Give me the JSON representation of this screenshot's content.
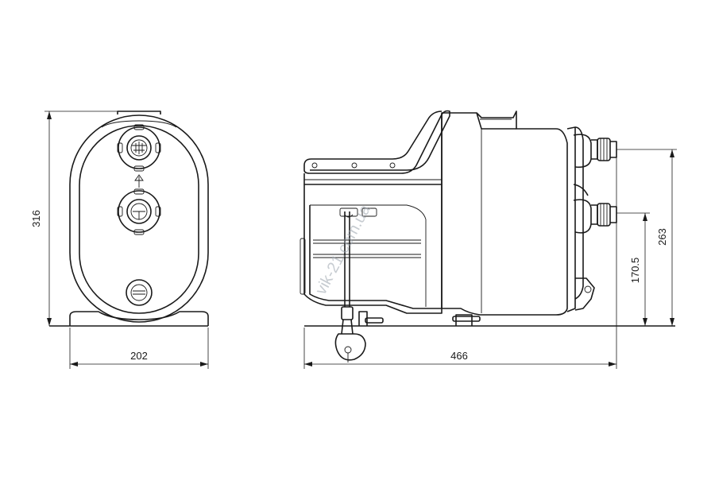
{
  "dimensions": {
    "front_height": "316",
    "front_width": "202",
    "side_width": "466",
    "outlet_height": "263",
    "inlet_height": "170.5"
  },
  "watermark": "vik-21.com.ua",
  "colors": {
    "line": "#1a1a1a",
    "watermark": "#9aa3ad",
    "background": "#ffffff"
  }
}
